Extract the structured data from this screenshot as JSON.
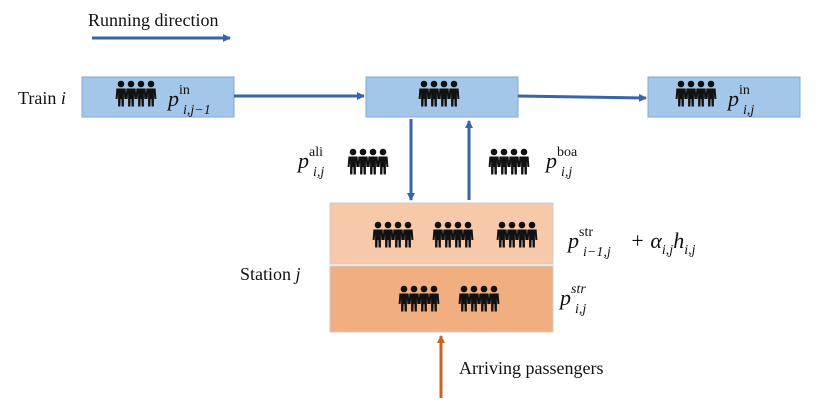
{
  "labels": {
    "running_direction": "Running direction",
    "train": "Train i",
    "station": "Station j",
    "arriving": "Arriving passengers"
  },
  "formulas": {
    "p_in_prev": {
      "base": "p",
      "sup": "in",
      "sub": "i,j−1"
    },
    "p_in": {
      "base": "p",
      "sup": "in",
      "sub": "i,j"
    },
    "p_ali": {
      "base": "p",
      "sup": "ali",
      "sub": "i,j"
    },
    "p_boa": {
      "base": "p",
      "sup": "boa",
      "sub": "i,j"
    },
    "p_str_prev": {
      "base": "p",
      "sup": "str",
      "sub": "i−1,j",
      "tail": "+ α",
      "tail_sub": "i,j",
      "tail2": "h",
      "tail2_sub": "i,j"
    },
    "p_str": {
      "base": "p",
      "sup": "str",
      "sub": "i,j"
    }
  },
  "colors": {
    "train_fill": "#a4c6e8",
    "train_stroke": "#7fa8d2",
    "arrow_blue": "#3a64a8",
    "arrow_orange": "#c8641c",
    "station_top_fill": "#f8c9a8",
    "station_bottom_fill": "#f1ae80",
    "station_stroke": "#cccccc",
    "people": "#111111"
  }
}
